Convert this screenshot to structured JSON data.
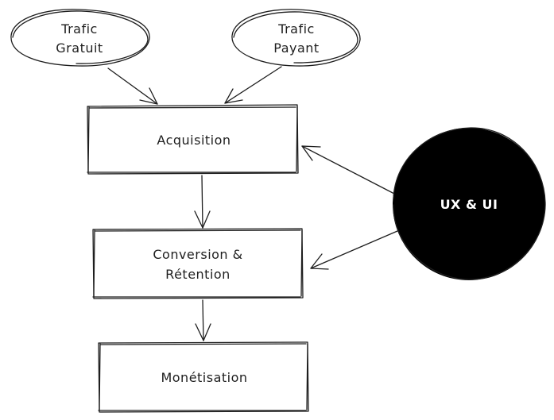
{
  "nodes": {
    "trafic_gratuit": {
      "line1": "Trafic",
      "line2": "Gratuit"
    },
    "trafic_payant": {
      "line1": "Trafic",
      "line2": "Payant"
    },
    "acquisition": {
      "label": "Acquisition"
    },
    "conversion": {
      "line1": "Conversion &",
      "line2": "Rétention"
    },
    "monetisation": {
      "label": "Monétisation"
    },
    "ux_ui": {
      "label": "UX & UI"
    }
  },
  "colors": {
    "ink": "#1e1e1e",
    "background": "#ffffff",
    "ux_fill": "#000000",
    "ux_text": "#ffffff"
  }
}
